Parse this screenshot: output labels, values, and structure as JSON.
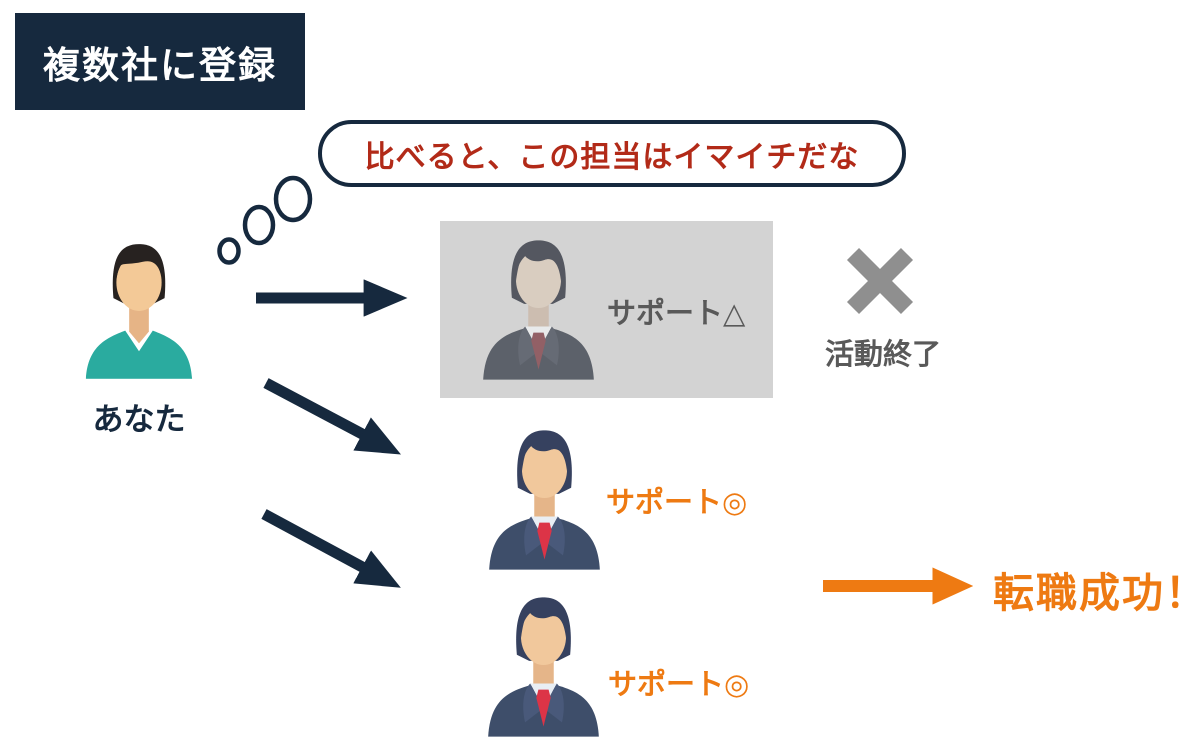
{
  "badge": {
    "label": "複数社に登録"
  },
  "thought_bubble": {
    "text": "比べると、この担当はイマイチだな"
  },
  "you": {
    "label": "あなた",
    "avatar": "jobseeker-avatar"
  },
  "consultants": [
    {
      "label": "サポート△",
      "state": "ended",
      "avatar": "consultant-avatar"
    },
    {
      "label": "サポート◎",
      "state": "active",
      "avatar": "consultant-avatar"
    },
    {
      "label": "サポート◎",
      "state": "active",
      "avatar": "consultant-avatar"
    }
  ],
  "ended_status": {
    "icon": "x-mark-icon",
    "label": "活動終了"
  },
  "result": {
    "label": "転職成功！"
  },
  "icons": {
    "thought_dots": "thought-dots-icon",
    "navy_arrows": "arrow-right-icon",
    "orange_arrow": "arrow-right-icon",
    "x_mark": "x-mark-icon"
  },
  "colors": {
    "navy": "#16293e",
    "bubble_text_red": "#b22a18",
    "orange": "#ee7a12",
    "x_gray": "#8f8f8f",
    "muted_text_gray": "#595959",
    "card_gray": "#d3d3d3",
    "teal_shirt": "#2aab9f",
    "suit_navy": "#3e4e6a",
    "tie_red": "#dc3447"
  }
}
